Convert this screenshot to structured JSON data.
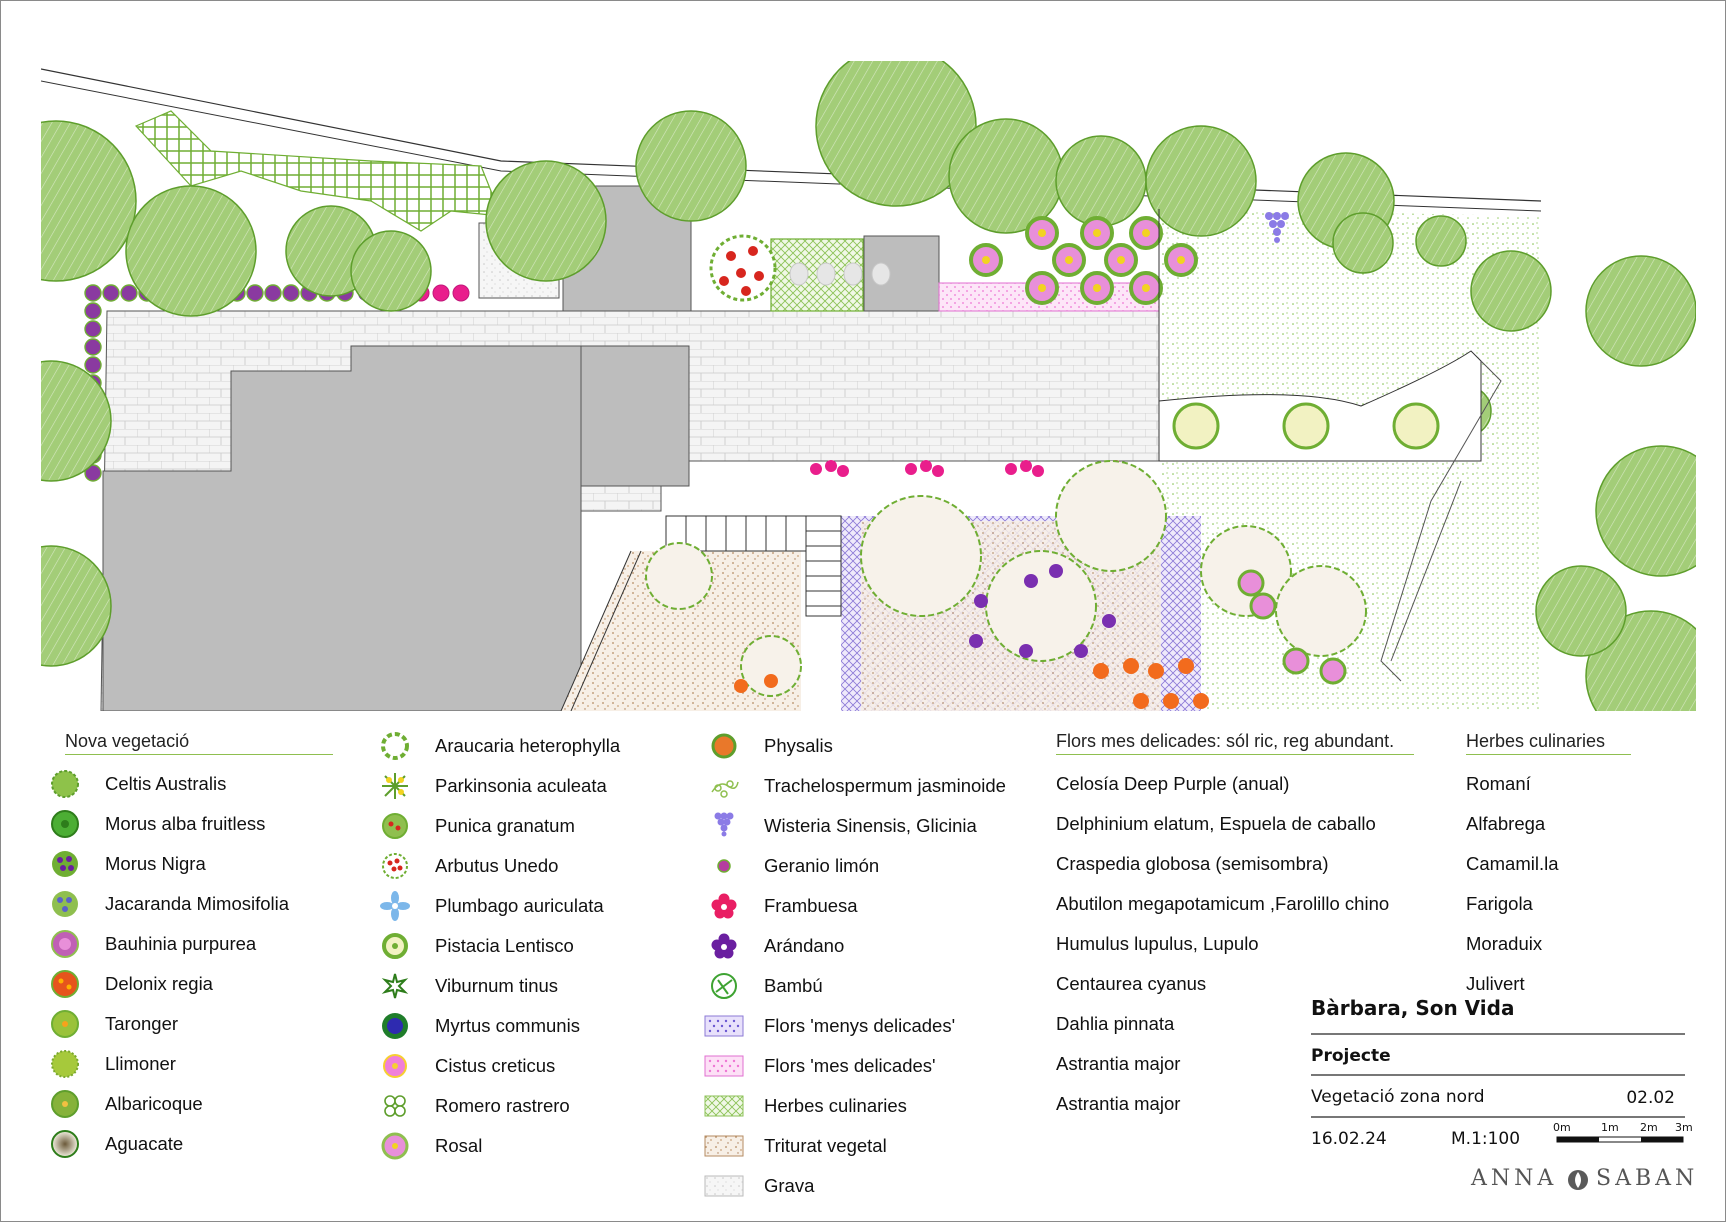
{
  "legend": {
    "col1": {
      "heading": "Nova vegetació",
      "items": [
        {
          "label": "Celtis Australis",
          "icon": "celtis-icon"
        },
        {
          "label": "Morus alba fruitless",
          "icon": "morus-alba-icon"
        },
        {
          "label": "Morus Nigra",
          "icon": "morus-nigra-icon"
        },
        {
          "label": "Jacaranda Mimosifolia",
          "icon": "jacaranda-icon"
        },
        {
          "label": "Bauhinia purpurea",
          "icon": "bauhinia-icon"
        },
        {
          "label": "Delonix regia",
          "icon": "delonix-icon"
        },
        {
          "label": "Taronger",
          "icon": "taronger-icon"
        },
        {
          "label": "Llimoner",
          "icon": "llimoner-icon"
        },
        {
          "label": "Albaricoque",
          "icon": "albaricoque-icon"
        },
        {
          "label": "Aguacate",
          "icon": "aguacate-icon"
        }
      ]
    },
    "col2": {
      "items": [
        {
          "label": "Araucaria heterophylla",
          "icon": "araucaria-icon"
        },
        {
          "label": "Parkinsonia aculeata",
          "icon": "parkinsonia-icon"
        },
        {
          "label": "Punica granatum",
          "icon": "punica-icon"
        },
        {
          "label": "Arbutus Unedo",
          "icon": "arbutus-icon"
        },
        {
          "label": "Plumbago auriculata",
          "icon": "plumbago-icon"
        },
        {
          "label": "Pistacia Lentisco",
          "icon": "pistacia-icon"
        },
        {
          "label": "Viburnum tinus",
          "icon": "viburnum-icon"
        },
        {
          "label": "Myrtus communis",
          "icon": "myrtus-icon"
        },
        {
          "label": "Cistus creticus",
          "icon": "cistus-icon"
        },
        {
          "label": "Romero rastrero",
          "icon": "romero-icon"
        },
        {
          "label": "Rosal",
          "icon": "rosal-icon"
        }
      ]
    },
    "col3": {
      "items": [
        {
          "label": "Physalis",
          "icon": "physalis-icon"
        },
        {
          "label": "Trachelospermum jasminoide",
          "icon": "trachelospermum-icon"
        },
        {
          "label": "Wisteria Sinensis, Glicinia",
          "icon": "wisteria-icon"
        },
        {
          "label": "Geranio limón",
          "icon": "geranio-icon"
        },
        {
          "label": "Frambuesa",
          "icon": "frambuesa-icon"
        },
        {
          "label": "Arándano",
          "icon": "arandano-icon"
        },
        {
          "label": "Bambú",
          "icon": "bambu-icon"
        },
        {
          "label": "Flors 'menys delicades'",
          "icon": "flors-menys-hatch-icon"
        },
        {
          "label": "Flors 'mes delicades'",
          "icon": "flors-mes-hatch-icon"
        },
        {
          "label": "Herbes culinaries",
          "icon": "herbes-hatch-icon"
        },
        {
          "label": "Triturat vegetal",
          "icon": "triturat-hatch-icon"
        },
        {
          "label": "Grava",
          "icon": "grava-hatch-icon"
        }
      ]
    },
    "col4": {
      "heading": "Flors mes delicades: sól ric, reg abundant.",
      "items": [
        "Celosía Deep Purple (anual)",
        "Delphinium elatum, Espuela de caballo",
        "Craspedia globosa (semisombra)",
        "Abutilon megapotamicum ,Farolillo chino",
        "Humulus lupulus, Lupulo",
        "Centaurea cyanus",
        "Dahlia pinnata",
        "Astrantia major",
        "Astrantia major"
      ]
    },
    "col5": {
      "heading": "Herbes culinaries",
      "items": [
        "Romaní",
        "Alfabrega",
        "Camamil.la",
        "Farigola",
        "Moraduix",
        "Julivert"
      ]
    }
  },
  "title_block": {
    "client": "Bàrbara, Son Vida",
    "project_label": "Projecte",
    "sheet_title": "Vegetació zona nord",
    "sheet_number": "02.02",
    "date": "16.02.24",
    "scale": "M.1:100",
    "brand_left": "ANNA",
    "brand_right": "SABAN",
    "scalebar_labels": [
      "0m",
      "1m",
      "2m",
      "3m"
    ]
  },
  "colors": {
    "tree_fill": "#a3cd78",
    "tree_stroke": "#5e9e2c",
    "paving": "#f2f2f2",
    "building": "#bdbdbd",
    "accent_line": "#8fbf4f",
    "pink": "#e94fbf",
    "purple": "#7a2fb0",
    "orange": "#f26b1d",
    "red": "#d7261e"
  }
}
